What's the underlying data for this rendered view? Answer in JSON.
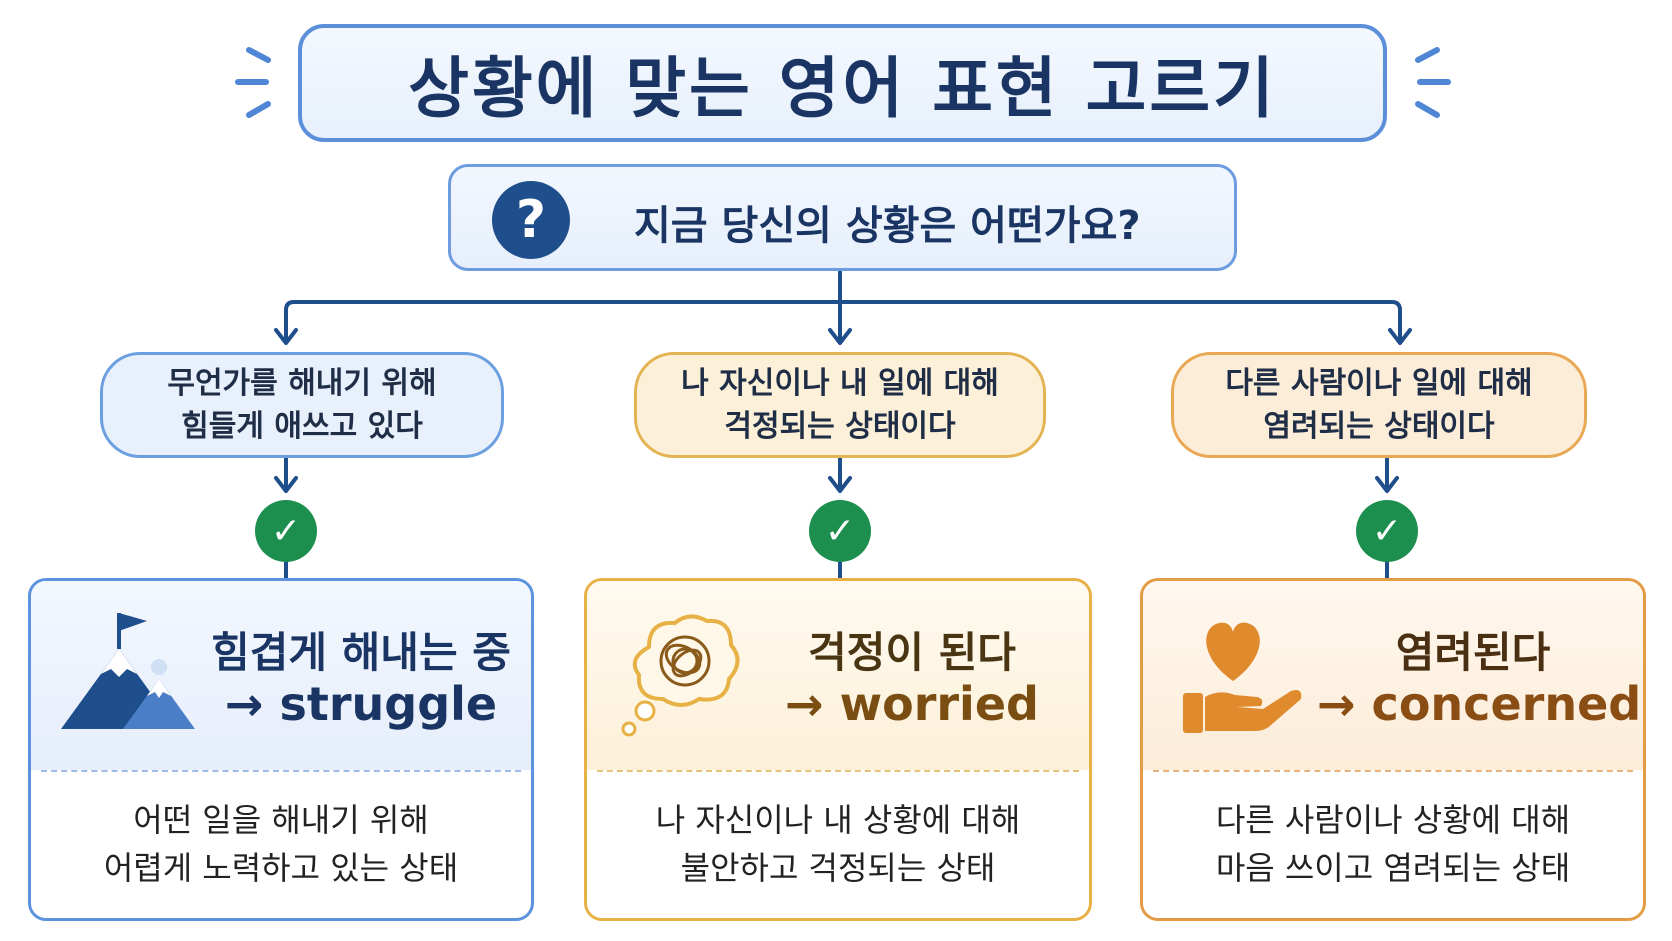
{
  "title": "상황에 맞는 영어 표현 고르기",
  "question": "지금 당신의 상황은 어떤가요?",
  "question_icon": "question-icon",
  "colors": {
    "blue": "#1f4e8c",
    "yellow": "#e7b146",
    "orange": "#e49b45",
    "check": "#1c8f4e"
  },
  "branches": [
    {
      "situation": [
        "무언가를 해내기 위해",
        "힘들게 애쓰고 있다"
      ],
      "korean": "힘겹게 해내는 중",
      "english": "→ struggle",
      "icon": "mountain-flag-icon",
      "description": [
        "어떤 일을 해내기 위해",
        "어렵게 노력하고 있는 상태"
      ]
    },
    {
      "situation": [
        "나 자신이나 내 일에 대해",
        "걱정되는 상태이다"
      ],
      "korean": "걱정이 된다",
      "english": "→ worried",
      "icon": "tangled-thought-icon",
      "description": [
        "나 자신이나 내 상황에 대해",
        "불안하고 걱정되는 상태"
      ]
    },
    {
      "situation": [
        "다른 사람이나 일에 대해",
        "염려되는 상태이다"
      ],
      "korean": "염려된다",
      "english": "→ concerned",
      "icon": "heart-hand-icon",
      "description": [
        "다른 사람이나 상황에 대해",
        "마음 쓰이고 염려되는 상태"
      ]
    }
  ]
}
